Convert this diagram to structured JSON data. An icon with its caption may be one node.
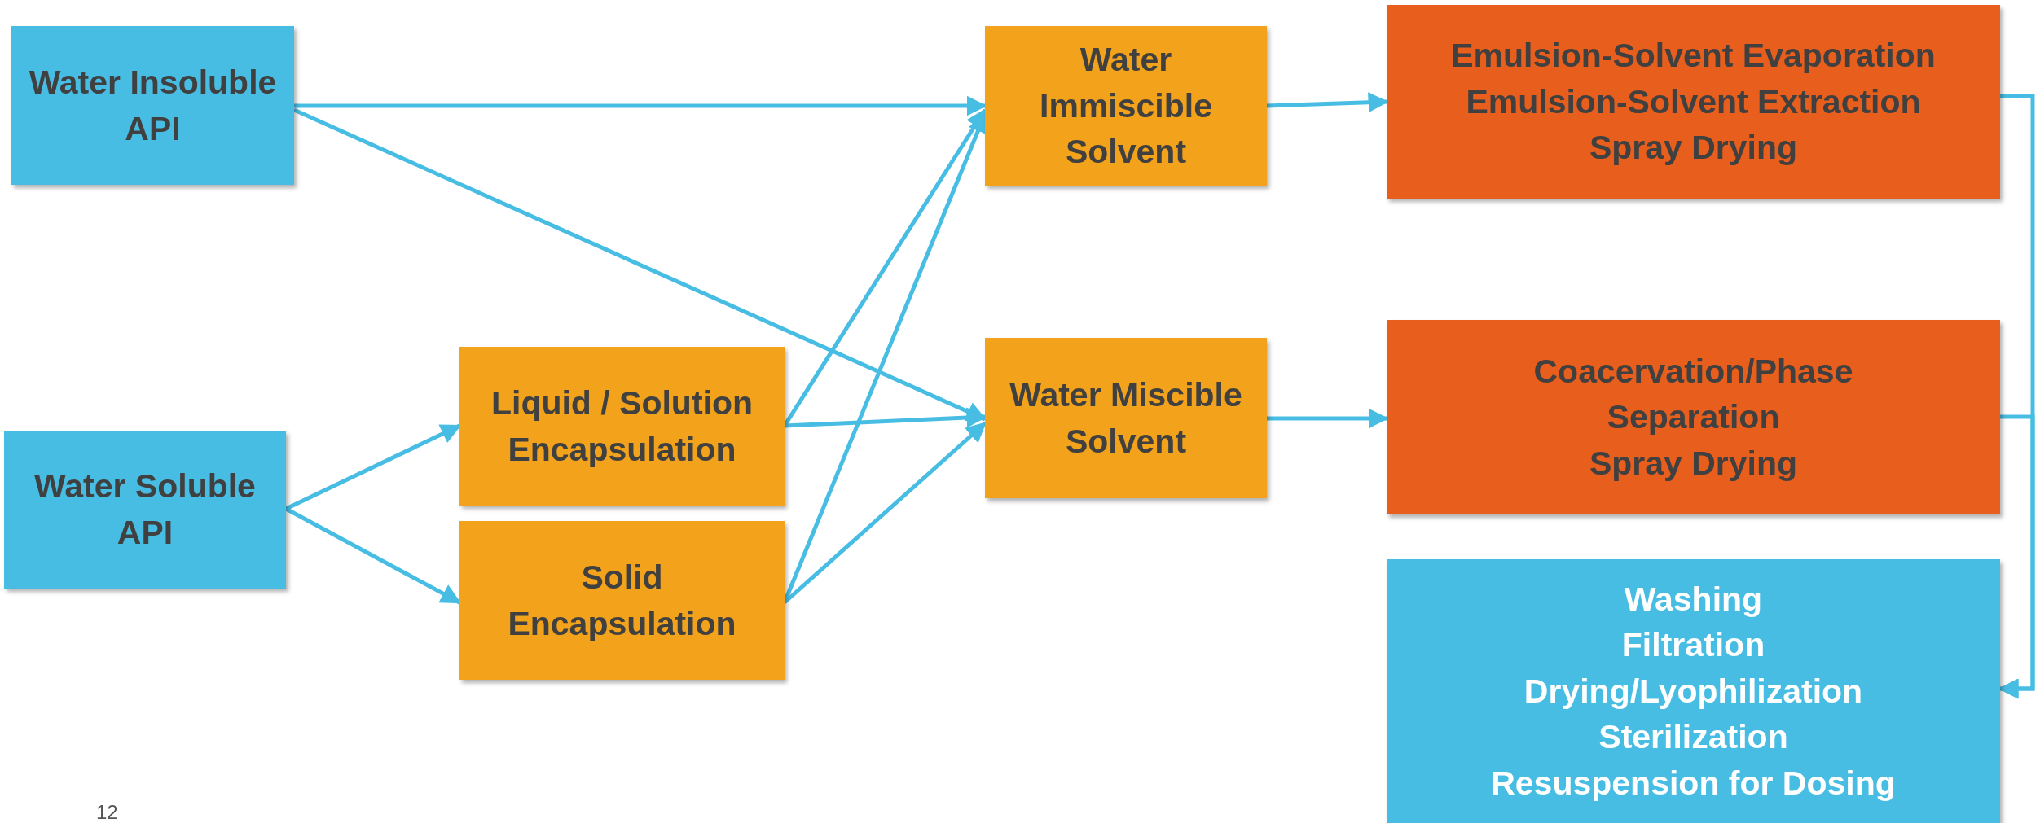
{
  "diagram": {
    "nodes": [
      {
        "text": [
          "Water Insoluble API"
        ]
      },
      {
        "text": [
          "Water Soluble API"
        ]
      },
      {
        "text": [
          "Liquid / Solution Encapsulation"
        ]
      },
      {
        "text": [
          "Solid Encapsulation"
        ]
      },
      {
        "text": [
          "Water Immiscible Solvent"
        ]
      },
      {
        "text": [
          "Water Miscible Solvent"
        ]
      },
      {
        "text": [
          "Emulsion-Solvent Evaporation",
          "Emulsion-Solvent Extraction",
          "Spray Drying"
        ]
      },
      {
        "text": [
          "Coacervation/Phase Separation",
          "Spray Drying"
        ]
      },
      {
        "text": [
          "Washing",
          "Filtration",
          "Drying/Lyophilization",
          "Sterilization",
          "Resuspension for Dosing"
        ]
      }
    ],
    "edges": [
      {
        "from": 0,
        "to": 4,
        "arrow": "to"
      },
      {
        "from": 0,
        "to": 5,
        "arrow": "to"
      },
      {
        "from": 1,
        "to": 2,
        "arrow": "to"
      },
      {
        "from": 1,
        "to": 3,
        "arrow": "to"
      },
      {
        "from": 2,
        "to": 4,
        "arrow": "to"
      },
      {
        "from": 2,
        "to": 5,
        "arrow": "to"
      },
      {
        "from": 3,
        "to": 4,
        "arrow": "to"
      },
      {
        "from": 3,
        "to": 5,
        "arrow": "to"
      },
      {
        "from": 4,
        "to": 6,
        "arrow": "to"
      },
      {
        "from": 5,
        "to": 7,
        "arrow": "to"
      },
      {
        "from": 6,
        "to": 8,
        "arrow": "to"
      },
      {
        "from": 7,
        "to": 8,
        "arrow": "to"
      }
    ],
    "labels": [
      "12"
    ]
  }
}
